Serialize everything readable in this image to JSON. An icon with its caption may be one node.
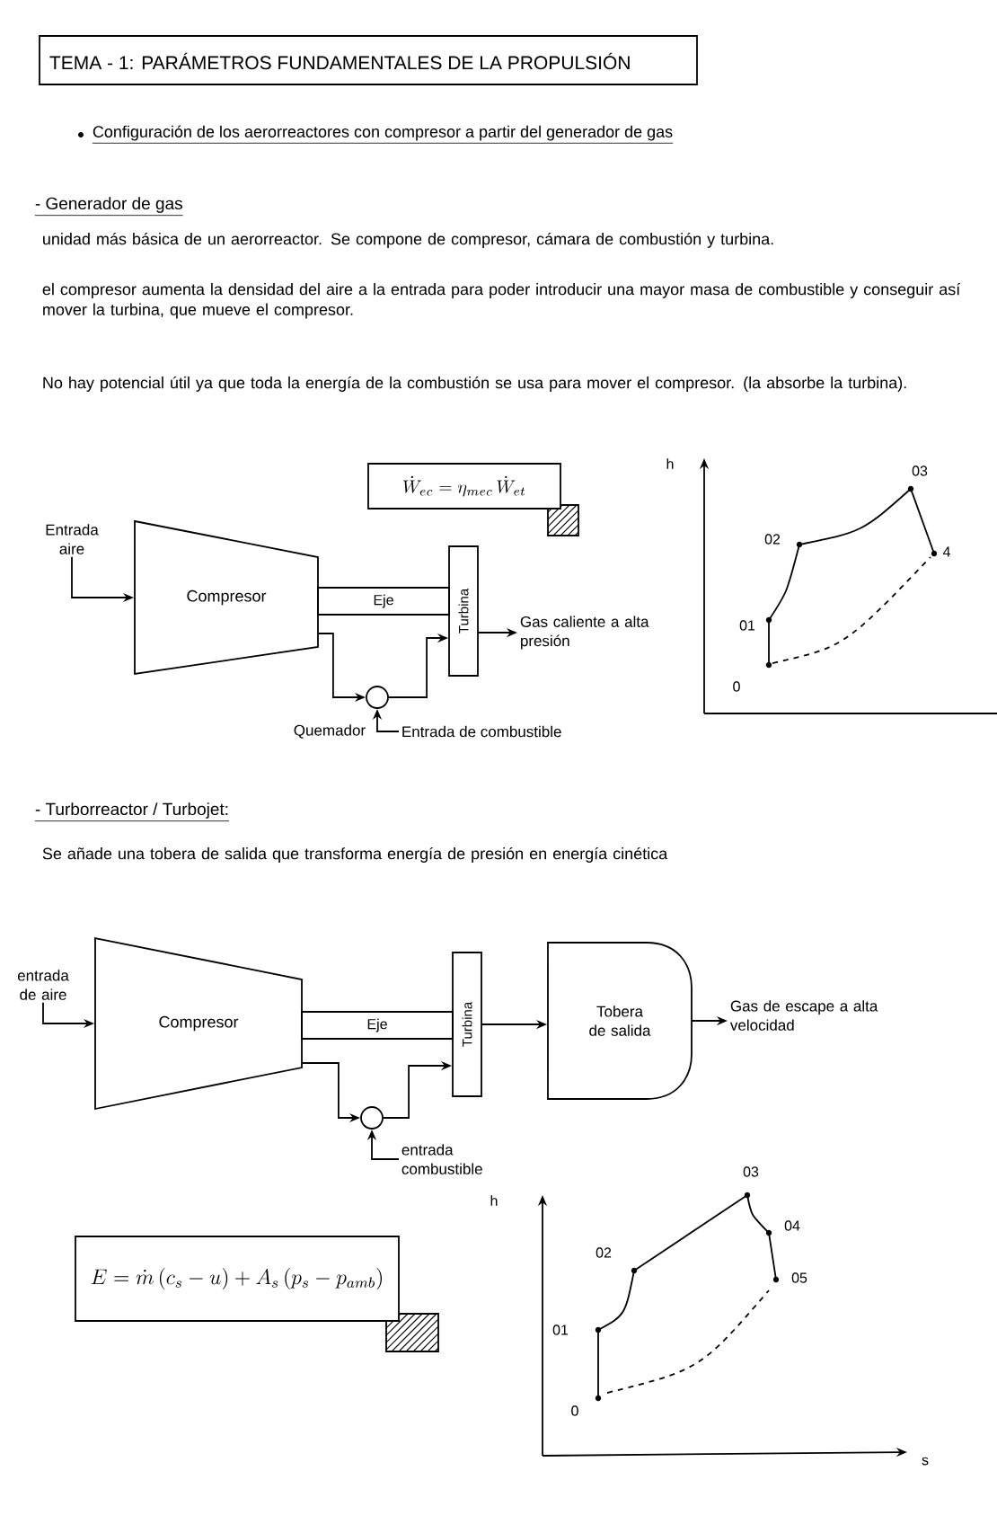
{
  "diagram": {
    "title": "TEMA - 1: PARÁMETROS FUNDAMENTALES DE LA PROPULSIÓN",
    "nodes": [
      {
        "text": [
          "Entrada aire"
        ]
      },
      {
        "text": [
          "Compresor"
        ]
      },
      {
        "text": [
          "Eje"
        ]
      },
      {
        "text": [
          "Turbina"
        ]
      },
      {
        "text": [],
        "shape": "circle",
        "beside": [
          "Quemador"
        ]
      },
      {
        "text": [
          "Entrada de combustible"
        ]
      },
      {
        "text": [
          "Gas caliente a alta presión"
        ]
      },
      {
        "text": [
          "\\dot{W}_{ec}=\\eta_{mec}\\,\\dot{W}_{et}"
        ]
      },
      {
        "text": [
          "entrada de aire"
        ]
      },
      {
        "text": [
          "Compresor"
        ]
      },
      {
        "text": [
          "Eje"
        ]
      },
      {
        "text": [
          "Turbina"
        ]
      },
      {
        "text": [],
        "shape": "circle"
      },
      {
        "text": [
          "entrada combustible"
        ]
      },
      {
        "text": [
          "Tobera de salida"
        ]
      },
      {
        "text": [
          "Gas de escape a alta velocidad"
        ]
      },
      {
        "text": [
          "E=\\dot{m}\\,(c_s-u)+A_s\\,(p_s-p_{amb})"
        ]
      }
    ],
    "edges": [
      {
        "from": 0,
        "to": 1,
        "arrow": "to"
      },
      {
        "from": 1,
        "to": 4,
        "arrow": "to"
      },
      {
        "from": 4,
        "to": 3,
        "arrow": "to"
      },
      {
        "from": 5,
        "to": 4,
        "arrow": "to"
      },
      {
        "from": 3,
        "to": 6,
        "arrow": "to"
      },
      {
        "from": 8,
        "to": 9,
        "arrow": "to"
      },
      {
        "from": 9,
        "to": 12,
        "arrow": "to"
      },
      {
        "from": 12,
        "to": 11,
        "arrow": "to"
      },
      {
        "from": 13,
        "to": 12,
        "arrow": "to"
      },
      {
        "from": 11,
        "to": 14,
        "arrow": "to"
      },
      {
        "from": 14,
        "to": 15,
        "arrow": "to"
      }
    ],
    "labels": [
      "Configuración de los aerorreactores con compresor a partir del generador de gas",
      "- Generador de gas",
      "unidad más básica de un aerorreactor. Se compone de compresor, cámara de combustión y turbina.",
      "el compresor aumenta la densidad del aire a la entrada para poder introducir una mayor masa de combustible y conseguir así mover la turbina, que mueve el compresor.",
      "No hay potencial útil ya que toda la energía de la combustión se usa para mover el compresor. (la absorbe la turbina).",
      "h",
      "03",
      "02",
      "4",
      "01",
      "0",
      "- Turborreactor / Turbojet:",
      "Se añade una tobera de salida que transforma energía de presión en energía cinética",
      "03",
      "h",
      "04",
      "02",
      "05",
      "01",
      "0",
      "s"
    ]
  }
}
